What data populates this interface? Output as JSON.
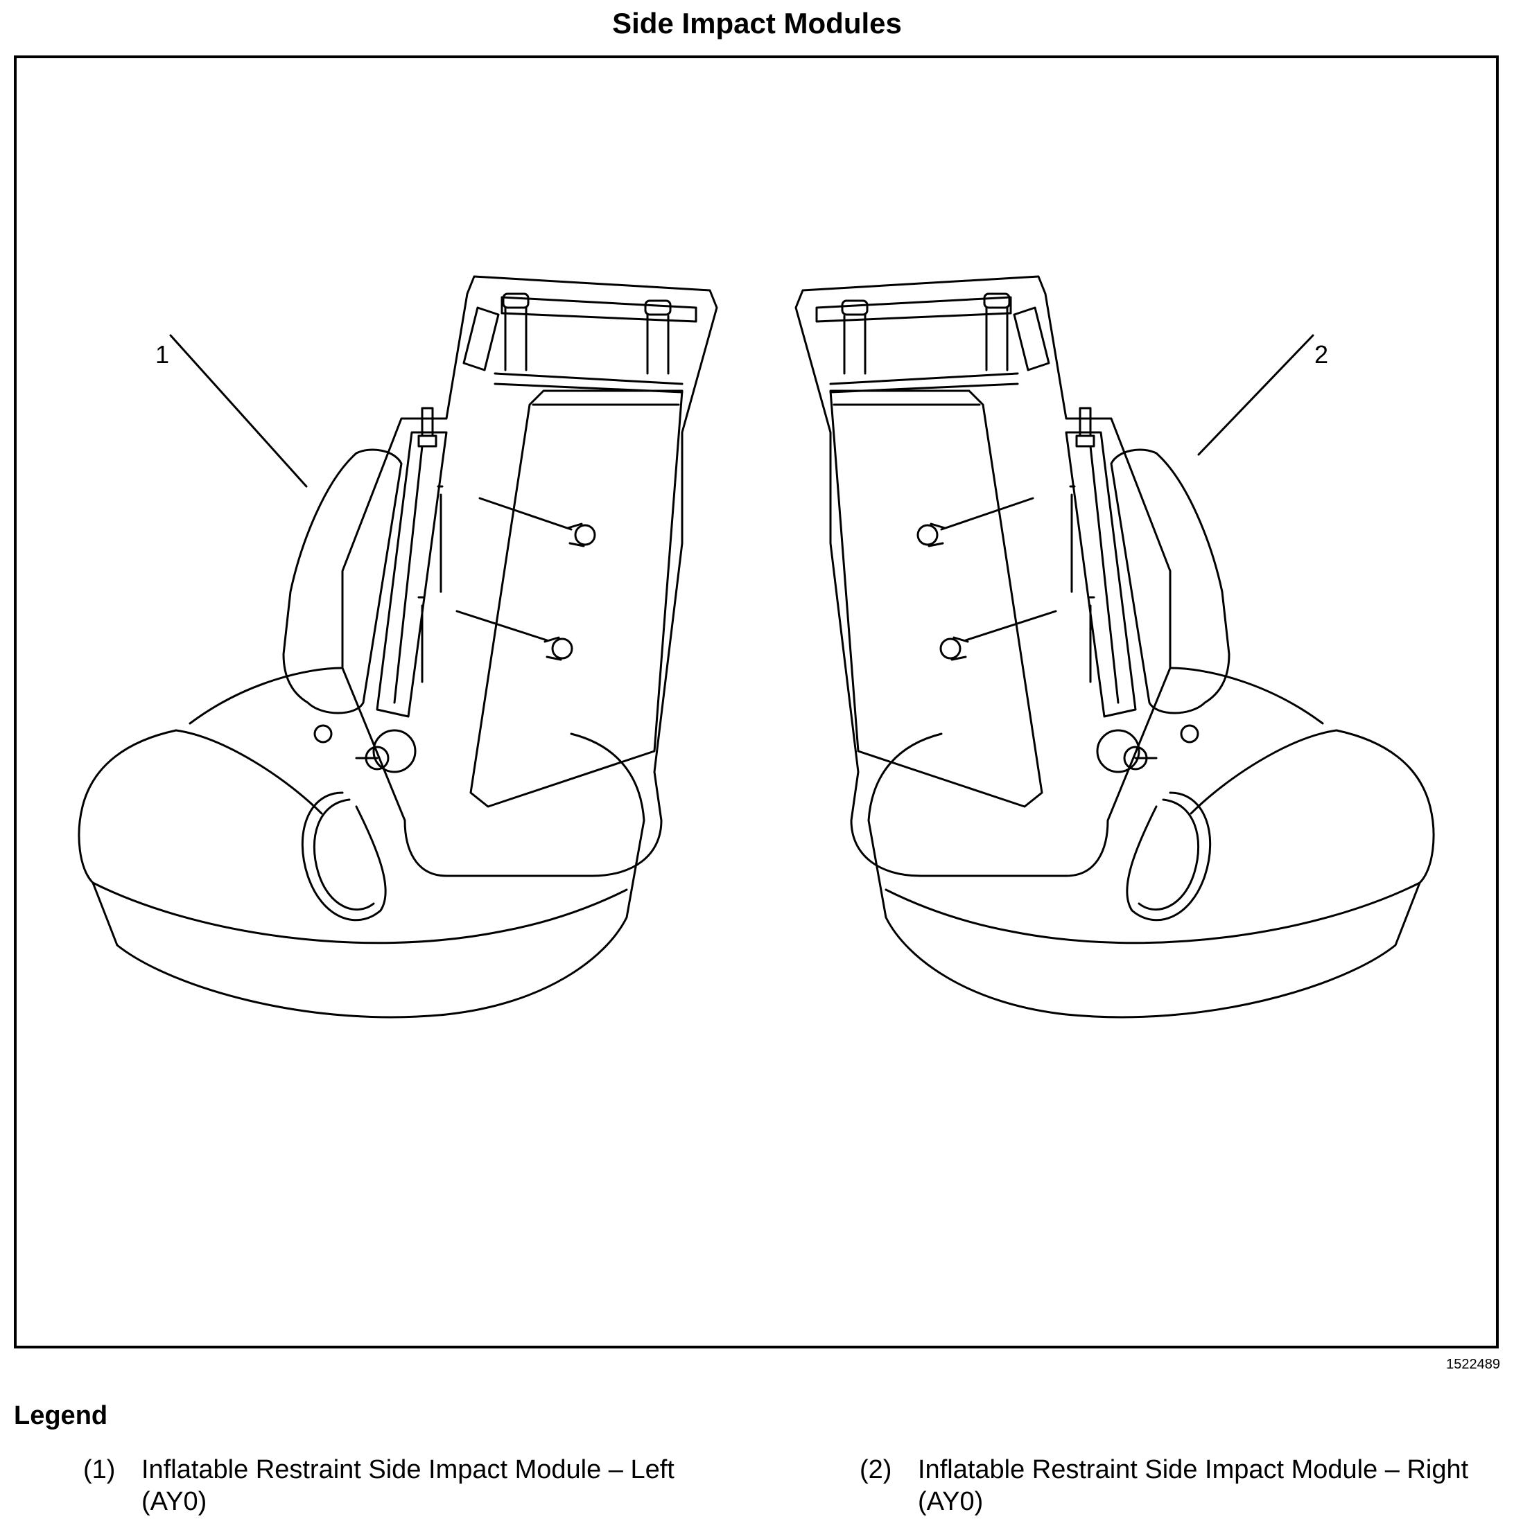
{
  "title": "Side Impact Modules",
  "figure_id": "1522489",
  "callouts": [
    "1",
    "2"
  ],
  "legend": {
    "heading": "Legend",
    "items": [
      {
        "num": "(1)",
        "text": "Inflatable Restraint Side Impact Module – Left (AY0)"
      },
      {
        "num": "(2)",
        "text": "Inflatable Restraint Side Impact Module – Right (AY0)"
      }
    ]
  }
}
